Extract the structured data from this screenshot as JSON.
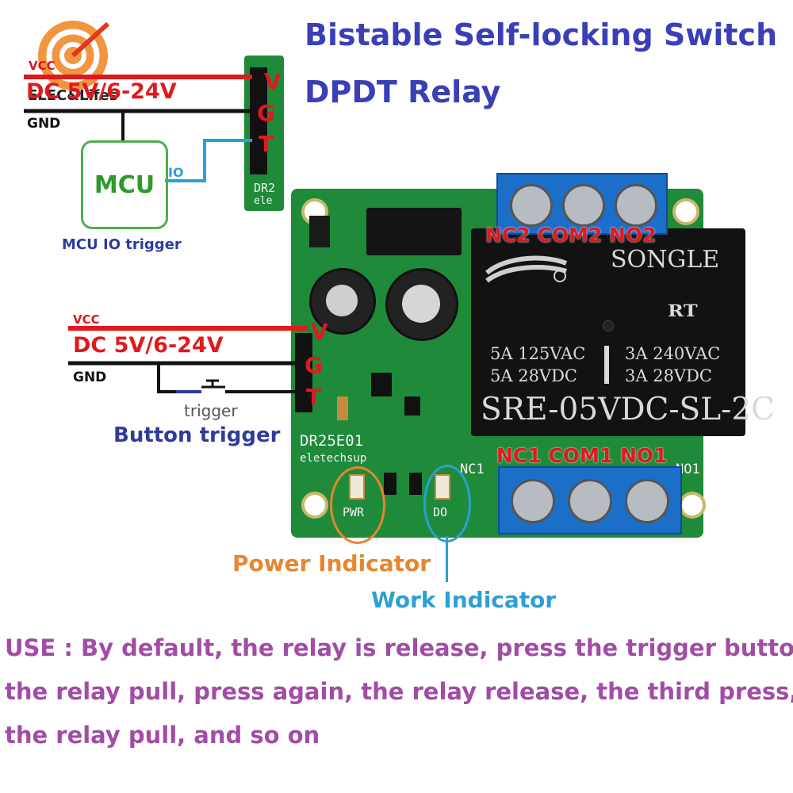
{
  "title": {
    "line1": "Bistable Self-locking Switch",
    "line2": "DPDT Relay"
  },
  "logo": {
    "text": "ELEC&Lifes"
  },
  "mcu_diagram": {
    "vcc_label": "VCC",
    "supply_label": "DC 5V/6-24V",
    "gnd_label": "GND",
    "mcu_label": "MCU",
    "io_label": "IO",
    "caption": "MCU IO trigger",
    "pins": [
      "V",
      "G",
      "T"
    ],
    "board_text": "DR2",
    "board_text2": "ele"
  },
  "button_diagram": {
    "vcc_label": "VCC",
    "supply_label": "DC 5V/6-24V",
    "gnd_label": "GND",
    "pins": [
      "V",
      "G",
      "T"
    ],
    "switch_label": "trigger",
    "caption": "Button trigger"
  },
  "board": {
    "model": "DR25E01",
    "brand": "eletechsup",
    "pwr_silk": "PWR",
    "do_silk": "DO",
    "nc1_silk": "NC1",
    "no1_silk": "NO1"
  },
  "relay": {
    "brand": "SONGLE",
    "rating_left_1": "5A  125VAC",
    "rating_left_2": "5A  28VDC",
    "rating_right_1": "3A  240VAC",
    "rating_right_2": "3A  28VDC",
    "model": "SRE-05VDC-SL-2C",
    "cert": "ᴿᵁ"
  },
  "terminals": {
    "top_labels": "NC2 COM2 NO2",
    "bottom_labels": "NC1 COM1 NO1"
  },
  "indicators": {
    "power": "Power Indicator",
    "work": "Work Indicator",
    "power_color": "#e6862e",
    "work_color": "#2d9fd3"
  },
  "usage": {
    "line1": "USE : By default, the relay is release, press the trigger button,",
    "line2": "the relay pull, press again, the relay release, the third press,",
    "line3": "the relay pull, and so on"
  },
  "colors": {
    "title": "#3a3fb8",
    "wire_red": "#e0191e",
    "wire_blue": "#2d9fd3",
    "mcu_green": "#2e9a2e",
    "pcb_green": "#1f8a3a",
    "terminal_blue": "#1c6fc9",
    "usage_purple": "#a24ca6"
  }
}
